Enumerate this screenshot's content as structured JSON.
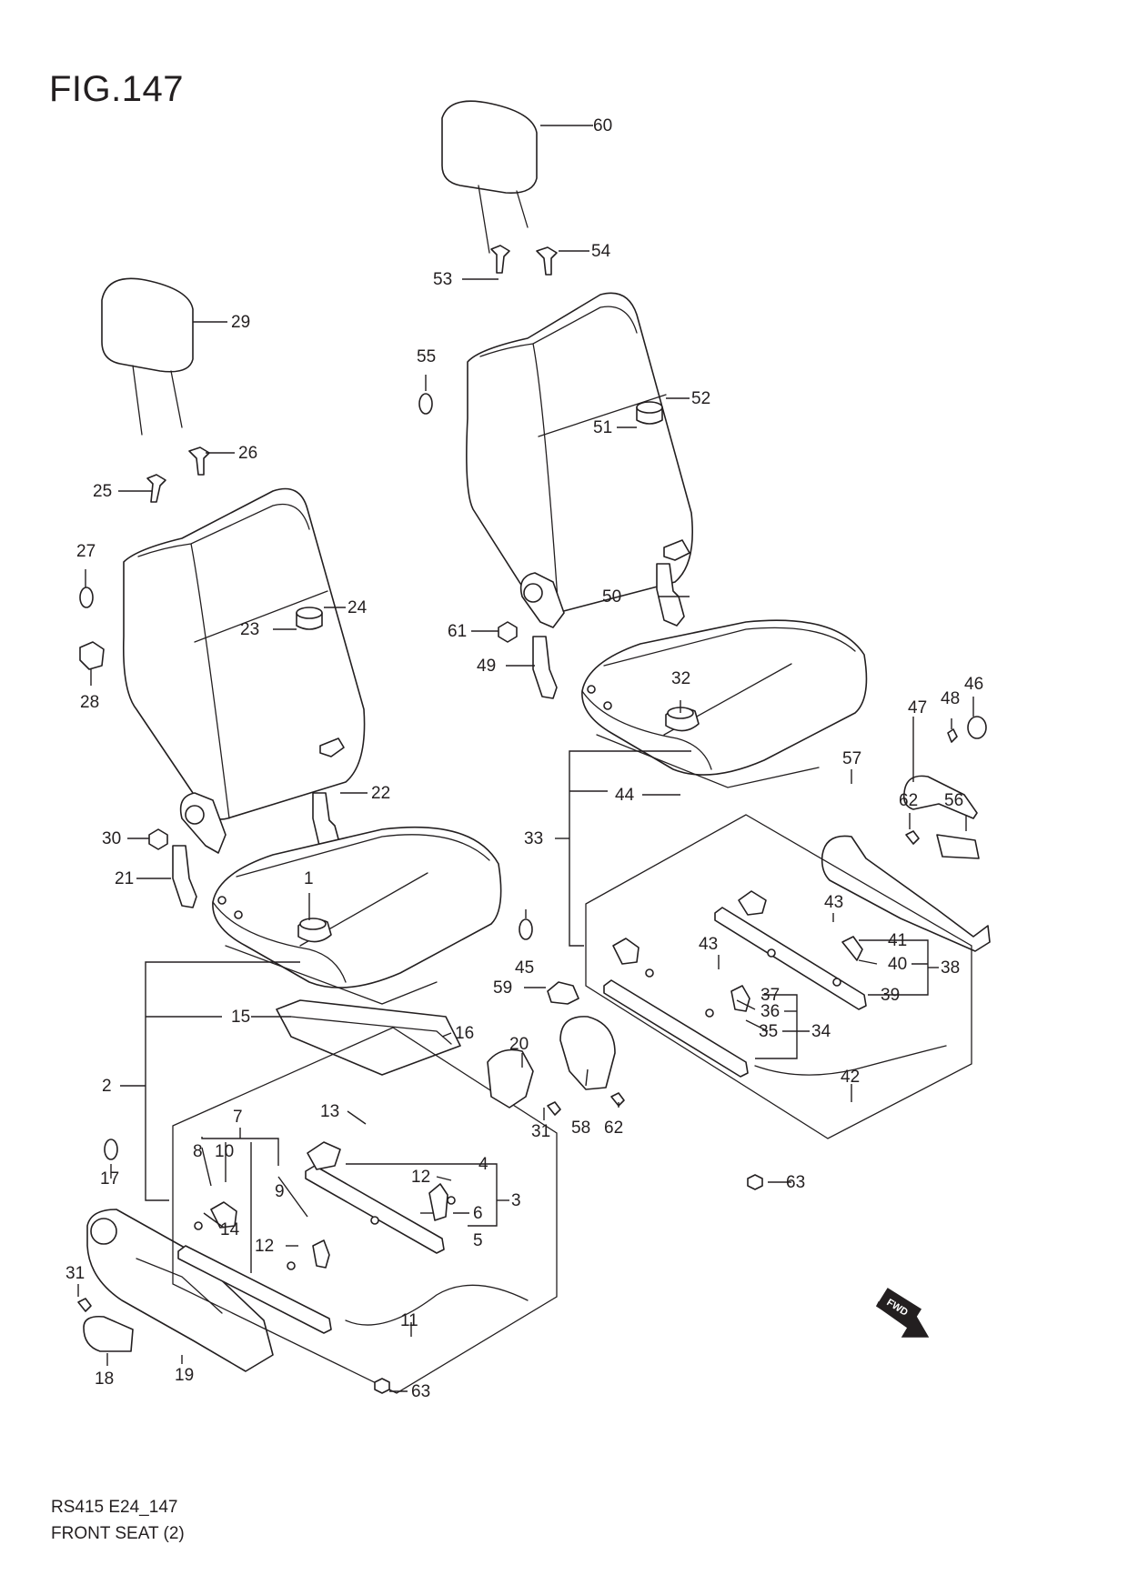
{
  "figure": {
    "title": "FIG.147",
    "code": "RS415 E24_147",
    "name": "FRONT SEAT (2)"
  },
  "fwd_label": "FWD",
  "callouts": {
    "c1": "1",
    "c2": "2",
    "c3": "3",
    "c4": "4",
    "c5": "5",
    "c6": "6",
    "c7": "7",
    "c8": "8",
    "c9": "9",
    "c10": "10",
    "c11": "11",
    "c12a": "12",
    "c12b": "12",
    "c13": "13",
    "c14": "14",
    "c15": "15",
    "c16": "16",
    "c17": "17",
    "c18": "18",
    "c19": "19",
    "c20": "20",
    "c21": "21",
    "c22": "22",
    "c23": "23",
    "c24": "24",
    "c25": "25",
    "c26": "26",
    "c27": "27",
    "c28": "28",
    "c29": "29",
    "c30": "30",
    "c31a": "31",
    "c31b": "31",
    "c32": "32",
    "c33": "33",
    "c34": "34",
    "c35": "35",
    "c36": "36",
    "c37": "37",
    "c38": "38",
    "c39": "39",
    "c40": "40",
    "c41": "41",
    "c42": "42",
    "c43a": "43",
    "c43b": "43",
    "c44": "44",
    "c45": "45",
    "c46": "46",
    "c47": "47",
    "c48": "48",
    "c49": "49",
    "c50": "50",
    "c51": "51",
    "c52": "52",
    "c53": "53",
    "c54": "54",
    "c55": "55",
    "c56": "56",
    "c57": "57",
    "c58": "58",
    "c59": "59",
    "c60": "60",
    "c61": "61",
    "c62a": "62",
    "c62b": "62",
    "c63a": "63",
    "c63b": "63"
  }
}
